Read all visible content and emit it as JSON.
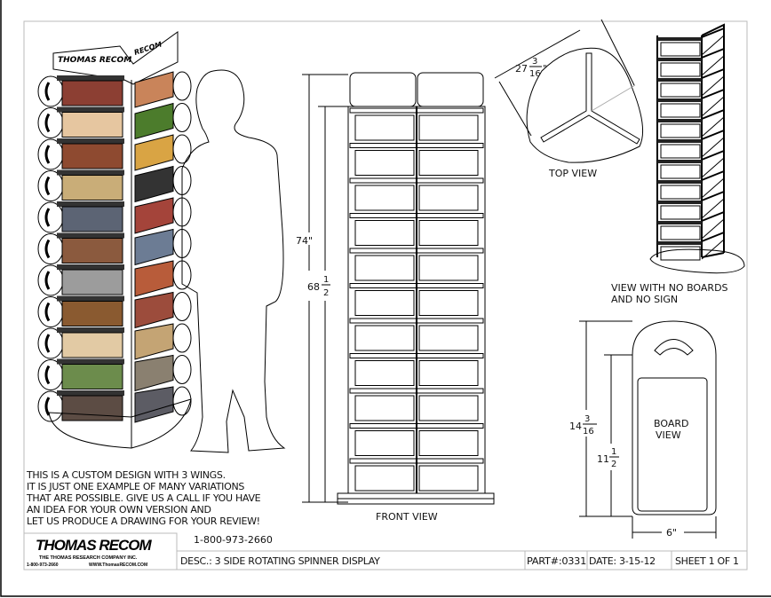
{
  "drawing": {
    "note_lines": [
      "THIS IS A CUSTOM DESIGN WITH 3 WINGS.",
      "IT IS JUST ONE EXAMPLE OF MANY VARIATIONS",
      "THAT ARE POSSIBLE.  GIVE US A CALL IF YOU HAVE",
      "AN IDEA FOR YOUR OWN VERSION AND",
      "LET US PRODUCE A DRAWING FOR YOUR REVIEW!"
    ],
    "views": {
      "front": "FRONT VIEW",
      "top": "TOP VIEW",
      "no_boards_line1": "VIEW WITH NO BOARDS",
      "no_boards_line2": "AND NO SIGN",
      "board_line1": "BOARD",
      "board_line2": "VIEW"
    },
    "dimensions": {
      "overall_height": "74\"",
      "frame_height_whole": "68",
      "frame_height_num": "1",
      "frame_height_den": "2",
      "top_width_whole": "27",
      "top_width_num": "3",
      "top_width_den": "16",
      "board_height_whole": "14",
      "board_height_num": "3",
      "board_height_den": "16",
      "board_inner_whole": "11",
      "board_inner_num": "1",
      "board_inner_den": "2",
      "board_width": "6\""
    },
    "tile_colors_left": [
      "#8c3f33",
      "#e6c6a0",
      "#8e4a30",
      "#c9ad78",
      "#5c6474",
      "#8b5a3e",
      "#9c9c9c",
      "#8a5a30",
      "#e2caa4",
      "#6c8c4c",
      "#5c4c44"
    ],
    "tile_colors_right": [
      "#c9845a",
      "#4c7c2c",
      "#d9a444",
      "#333333",
      "#a4443a",
      "#6c7c94",
      "#b85c3a",
      "#9c4c3c",
      "#c4a474",
      "#8a8070",
      "#5c5c64"
    ]
  },
  "title_block": {
    "logo_text": "THOMAS RECOM",
    "logo_sub": "THE THOMAS RESEARCH COMPANY INC.",
    "logo_phone": "1-800-973-2660",
    "logo_url": "WWW.ThomasRECOM.COM",
    "phone": "1-800-973-2660",
    "description": "DESC.:  3 SIDE ROTATING SPINNER DISPLAY",
    "part": "PART#:0331",
    "date": "DATE:  3-15-12",
    "sheet": "SHEET 1 OF 1"
  }
}
